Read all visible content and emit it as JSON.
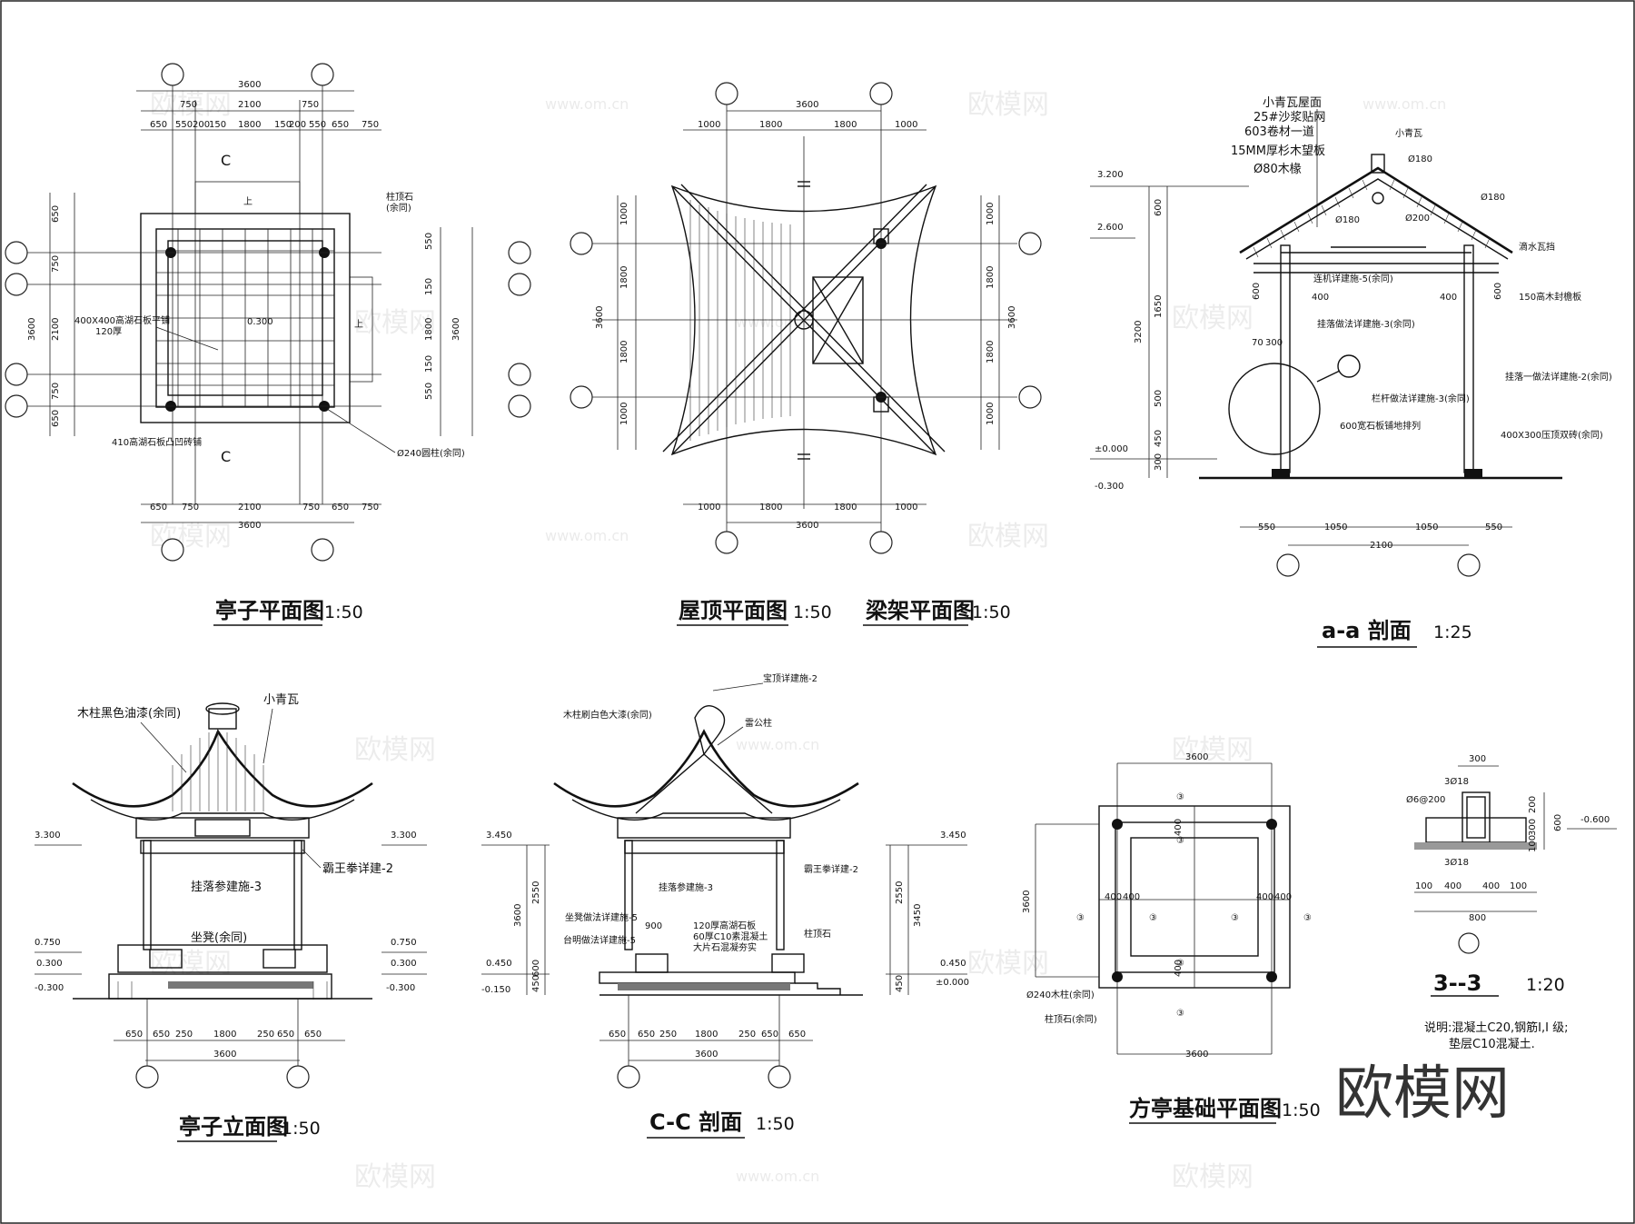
{
  "drawings": {
    "pavilion_plan": {
      "title": "亭子平面图",
      "scale": "1:50"
    },
    "roof_plan": {
      "title": "屋顶平面图",
      "scale": "1:50"
    },
    "beam_plan": {
      "title": "梁架平面图",
      "scale": "1:50"
    },
    "section_aa": {
      "title": "a-a 剖面",
      "scale": "1:25"
    },
    "elevation": {
      "title": "亭子立面图",
      "scale": "1:50"
    },
    "section_cc": {
      "title": "C-C 剖面",
      "scale": "1:50"
    },
    "foundation_plan": {
      "title": "方亭基础平面图",
      "scale": "1:50"
    },
    "section_33": {
      "title": "3--3",
      "scale": "1:20"
    }
  },
  "plan_notes": {
    "stone": "400X400高湖石板平铺",
    "thick": "120厚",
    "level": "0.300",
    "side": "410高湖石板凸凹砖铺",
    "column": "Ø240圆柱(余同)",
    "base": "柱顶石",
    "base2": "(余同)",
    "cut": "C",
    "up": "上"
  },
  "plan_dims": {
    "total": "3600",
    "row2": [
      "750",
      "2100",
      "750"
    ],
    "row3": [
      "650",
      "550",
      "200",
      "150",
      "1800",
      "150",
      "200",
      "550",
      "650",
      "750"
    ],
    "bottom1": [
      "650",
      "750",
      "2100",
      "750",
      "650",
      "750"
    ],
    "side": [
      "650",
      "750",
      "2100",
      "750",
      "650"
    ],
    "side2": [
      "550",
      "150",
      "1800",
      "150",
      "550"
    ],
    "height": "3600"
  },
  "roof_dims": {
    "total": "3600",
    "top": [
      "1000",
      "1800",
      "1800",
      "1000"
    ],
    "bottom": [
      "1000",
      "1800",
      "1800",
      "1000"
    ],
    "side": [
      "1000",
      "1800",
      "1800",
      "1000"
    ],
    "height": "3600"
  },
  "section_aa_notes": {
    "roof1": "小青瓦屋面",
    "roof2": "25#沙浆贴网",
    "roof3": "603卷材一道",
    "roof4": "15MM厚杉木望板",
    "roof5": "Ø80木椽",
    "tile": "小青瓦",
    "d180a": "Ø180",
    "d180b": "Ø180",
    "d180c": "Ø180",
    "d200": "Ø200",
    "eave": "滴水瓦挡",
    "board": "150高木封檐板",
    "beam": "连机详建施-5(余同)",
    "hang": "挂落做法详建施-3(余同)",
    "rail": "挂落一做法详建施-2(余同)",
    "railing": "栏杆做法详建施-3(余同)",
    "slab": "600宽石板铺地排列",
    "pier": "400X300压顶双砖(余同)",
    "lv1": "3.200",
    "lv2": "2.600",
    "lv0": "±0.000",
    "lvm": "-0.300",
    "v1": "600",
    "v2": "1650",
    "v3": "500",
    "v4": "450",
    "v5": "300",
    "vt": "3200",
    "h1": "400",
    "h2": "400",
    "h3": "70",
    "h4": "300",
    "h5": "600",
    "h6": "600",
    "b1": "550",
    "b2": "1050",
    "b3": "1050",
    "b4": "550",
    "bt": "2100"
  },
  "elevation_notes": {
    "col": "木柱黑色油漆(余同)",
    "tile": "小青瓦",
    "bracket": "霸王拳详建-2",
    "hang": "挂落参建施-3",
    "seat": "坐凳(余同)",
    "lv1": "3.300",
    "lv1r": "3.300",
    "lv2": "0.750",
    "lv2r": "0.750",
    "lv3": "0.300",
    "lv3r": "0.300",
    "lv4": "-0.300",
    "lv4r": "-0.300",
    "dims": [
      "650",
      "650",
      "250",
      "1800",
      "250",
      "650",
      "650"
    ],
    "total": "3600"
  },
  "section_cc_notes": {
    "top": "宝顶详建施-2",
    "col": "木柱刷白色大漆(余同)",
    "king": "雷公柱",
    "bracket": "霸王拳详建-2",
    "hang": "挂落参建施-3",
    "seat": "坐凳做法详建施-5",
    "step": "台明做法详建施-5",
    "slab1": "120厚高湖石板",
    "slab2": "60厚C10素混凝土",
    "slab3": "大片石混凝夯实",
    "base": "柱顶石",
    "w900": "900",
    "lv1": "3.450",
    "lv1r": "3.450",
    "lv2": "0.450",
    "lv2r": "0.450",
    "lv3": "-0.150",
    "lv0": "±0.000",
    "v1": "2550",
    "v2": "600",
    "v3": "450",
    "vt": "3600",
    "vr1": "2550",
    "vr2": "450",
    "vrt": "3450",
    "dims": [
      "650",
      "650",
      "250",
      "1800",
      "250",
      "650",
      "650"
    ],
    "total": "3600"
  },
  "foundation_notes": {
    "col": "Ø240木柱(余同)",
    "base": "柱顶石(余同)",
    "total": "3600",
    "total_b": "3600",
    "height": "3600",
    "d400": "400",
    "mark": "③"
  },
  "section_33_notes": {
    "w300": "300",
    "bar1": "3Ø18",
    "bar2": "Ø6@200",
    "bar3": "3Ø18",
    "h200": "200",
    "h300": "300",
    "h100": "100",
    "h600": "600",
    "lv": "-0.600",
    "dims": [
      "100",
      "400",
      "400",
      "100"
    ],
    "total": "800",
    "note1": "说明:混凝土C20,钢筋I,I 级;",
    "note2": "垫层C10混凝土."
  },
  "watermarks": {
    "logo": "欧模网",
    "url": "www.om.cn",
    "big": "欧模网"
  }
}
